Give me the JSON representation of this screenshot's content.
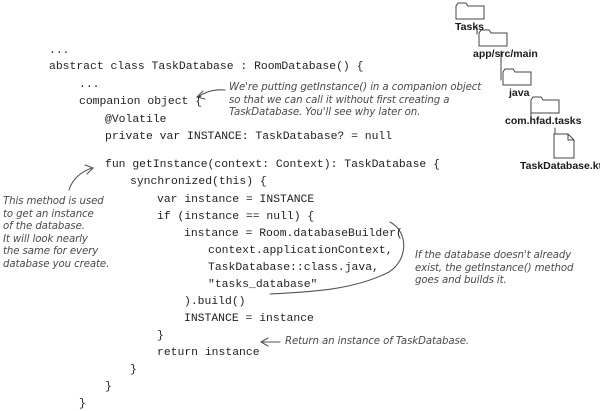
{
  "code_lines": [
    "...",
    "abstract class TaskDatabase : RoomDatabase() {",
    "...",
    "companion object {",
    "@Volatile",
    "private var INSTANCE: TaskDatabase? = null",
    "fun getInstance(context: Context): TaskDatabase {",
    "synchronized(this) {",
    "var instance = INSTANCE",
    "if (instance == null) {",
    "instance = Room.databaseBuilder(",
    "context.applicationContext,",
    "TaskDatabase::class.java,",
    "\"tasks_database\"",
    ").build()",
    "INSTANCE = instance",
    "}",
    "return instance",
    "}",
    "}",
    "}"
  ],
  "annotations": {
    "companion": [
      "We're putting getInstance() in a companion object",
      "so that we can call it without first creating a",
      "TaskDatabase. You'll see why later on."
    ],
    "method": [
      "This method is used",
      "to get an instance",
      "of the database.",
      "It will look nearly",
      "the same for every",
      "database you create."
    ],
    "builds": [
      "If the database doesn't already",
      "exist, the getInstance() method",
      "goes and builds it."
    ],
    "return": [
      "Return an instance of TaskDatabase."
    ]
  },
  "file_tree": {
    "folders": [
      "Tasks",
      "app/src/main",
      "java",
      "com.hfad.tasks"
    ],
    "file": "TaskDatabase.kt"
  }
}
